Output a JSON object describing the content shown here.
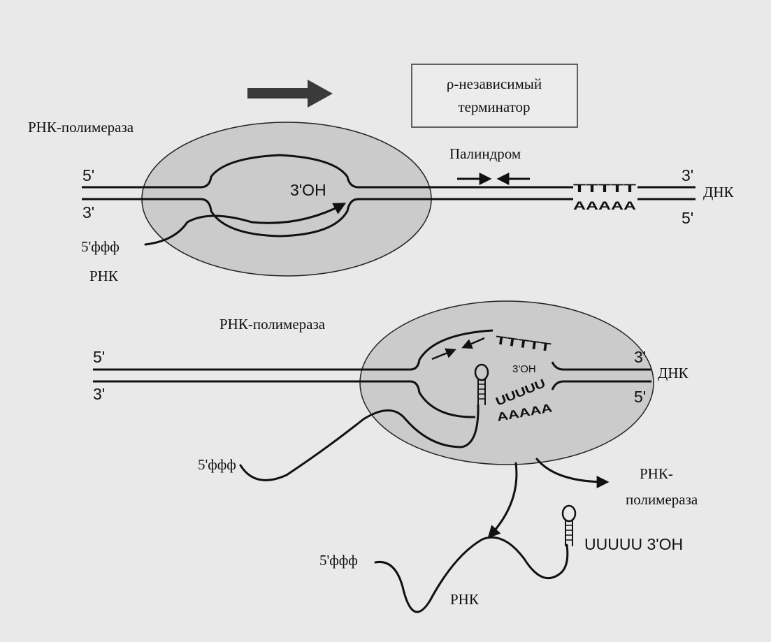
{
  "terminator_box": {
    "line1": "ρ-независимый",
    "line2": "терминатор"
  },
  "panel1": {
    "polymerase_label": "РНК-полимераза",
    "palindrome_label": "Палиндром",
    "dna_label": "ДНК",
    "top_left_end": "5'",
    "bottom_left_end": "3'",
    "top_right_end": "3'",
    "bottom_right_end": "5'",
    "rna_end_3": "3'OH",
    "rna_end_5": "5'ффф",
    "rna_label": "РНК",
    "t_run": "TTTTT",
    "a_run": "AAAAA"
  },
  "panel2": {
    "polymerase_label": "РНК-полимераза",
    "dna_label": "ДНК",
    "top_left_end": "5'",
    "bottom_left_end": "3'",
    "top_right_end": "3'",
    "bottom_right_end": "5'",
    "t_run": "TTTTT",
    "rna_end_3": "3'OH",
    "u_run": "UUUUU",
    "a_run": "AAAAA",
    "rna_end_5": "5'ффф"
  },
  "panel3": {
    "released_polymerase_line1": "РНК-",
    "released_polymerase_line2": "полимераза",
    "rna_end_5": "5'ффф",
    "rna_tail": "UUUUU 3'OH",
    "rna_label": "РНК"
  },
  "colors": {
    "polymerase_fill": "#cbcbcb",
    "background": "#e9e9e9",
    "ink": "#111111"
  }
}
